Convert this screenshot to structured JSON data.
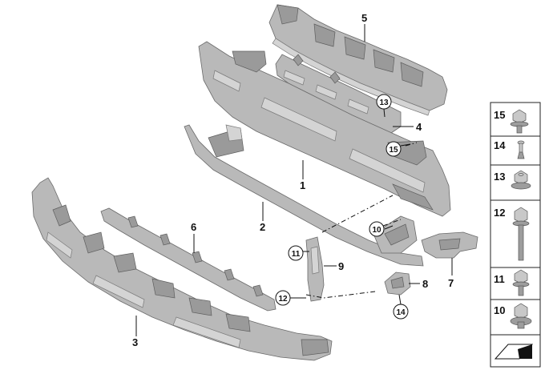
{
  "callouts": {
    "p1": "1",
    "p2": "2",
    "p3": "3",
    "p4": "4",
    "p5": "5",
    "p6": "6",
    "p7": "7",
    "p8": "8",
    "p9": "9",
    "c10": "10",
    "c11": "11",
    "c12": "12",
    "c13": "13",
    "c14": "14",
    "c15": "15"
  },
  "fastener_sheet": {
    "items": [
      {
        "label": "15",
        "icon": "flange-bolt-icon"
      },
      {
        "label": "14",
        "icon": "expansion-rivet-icon"
      },
      {
        "label": "13",
        "icon": "flange-nut-icon"
      },
      {
        "label": "12",
        "icon": "long-bolt-icon"
      },
      {
        "label": "11",
        "icon": "hex-bolt-icon"
      },
      {
        "label": "10",
        "icon": "collar-nut-icon"
      }
    ],
    "footer_icon": "sheet-symbol-icon"
  }
}
